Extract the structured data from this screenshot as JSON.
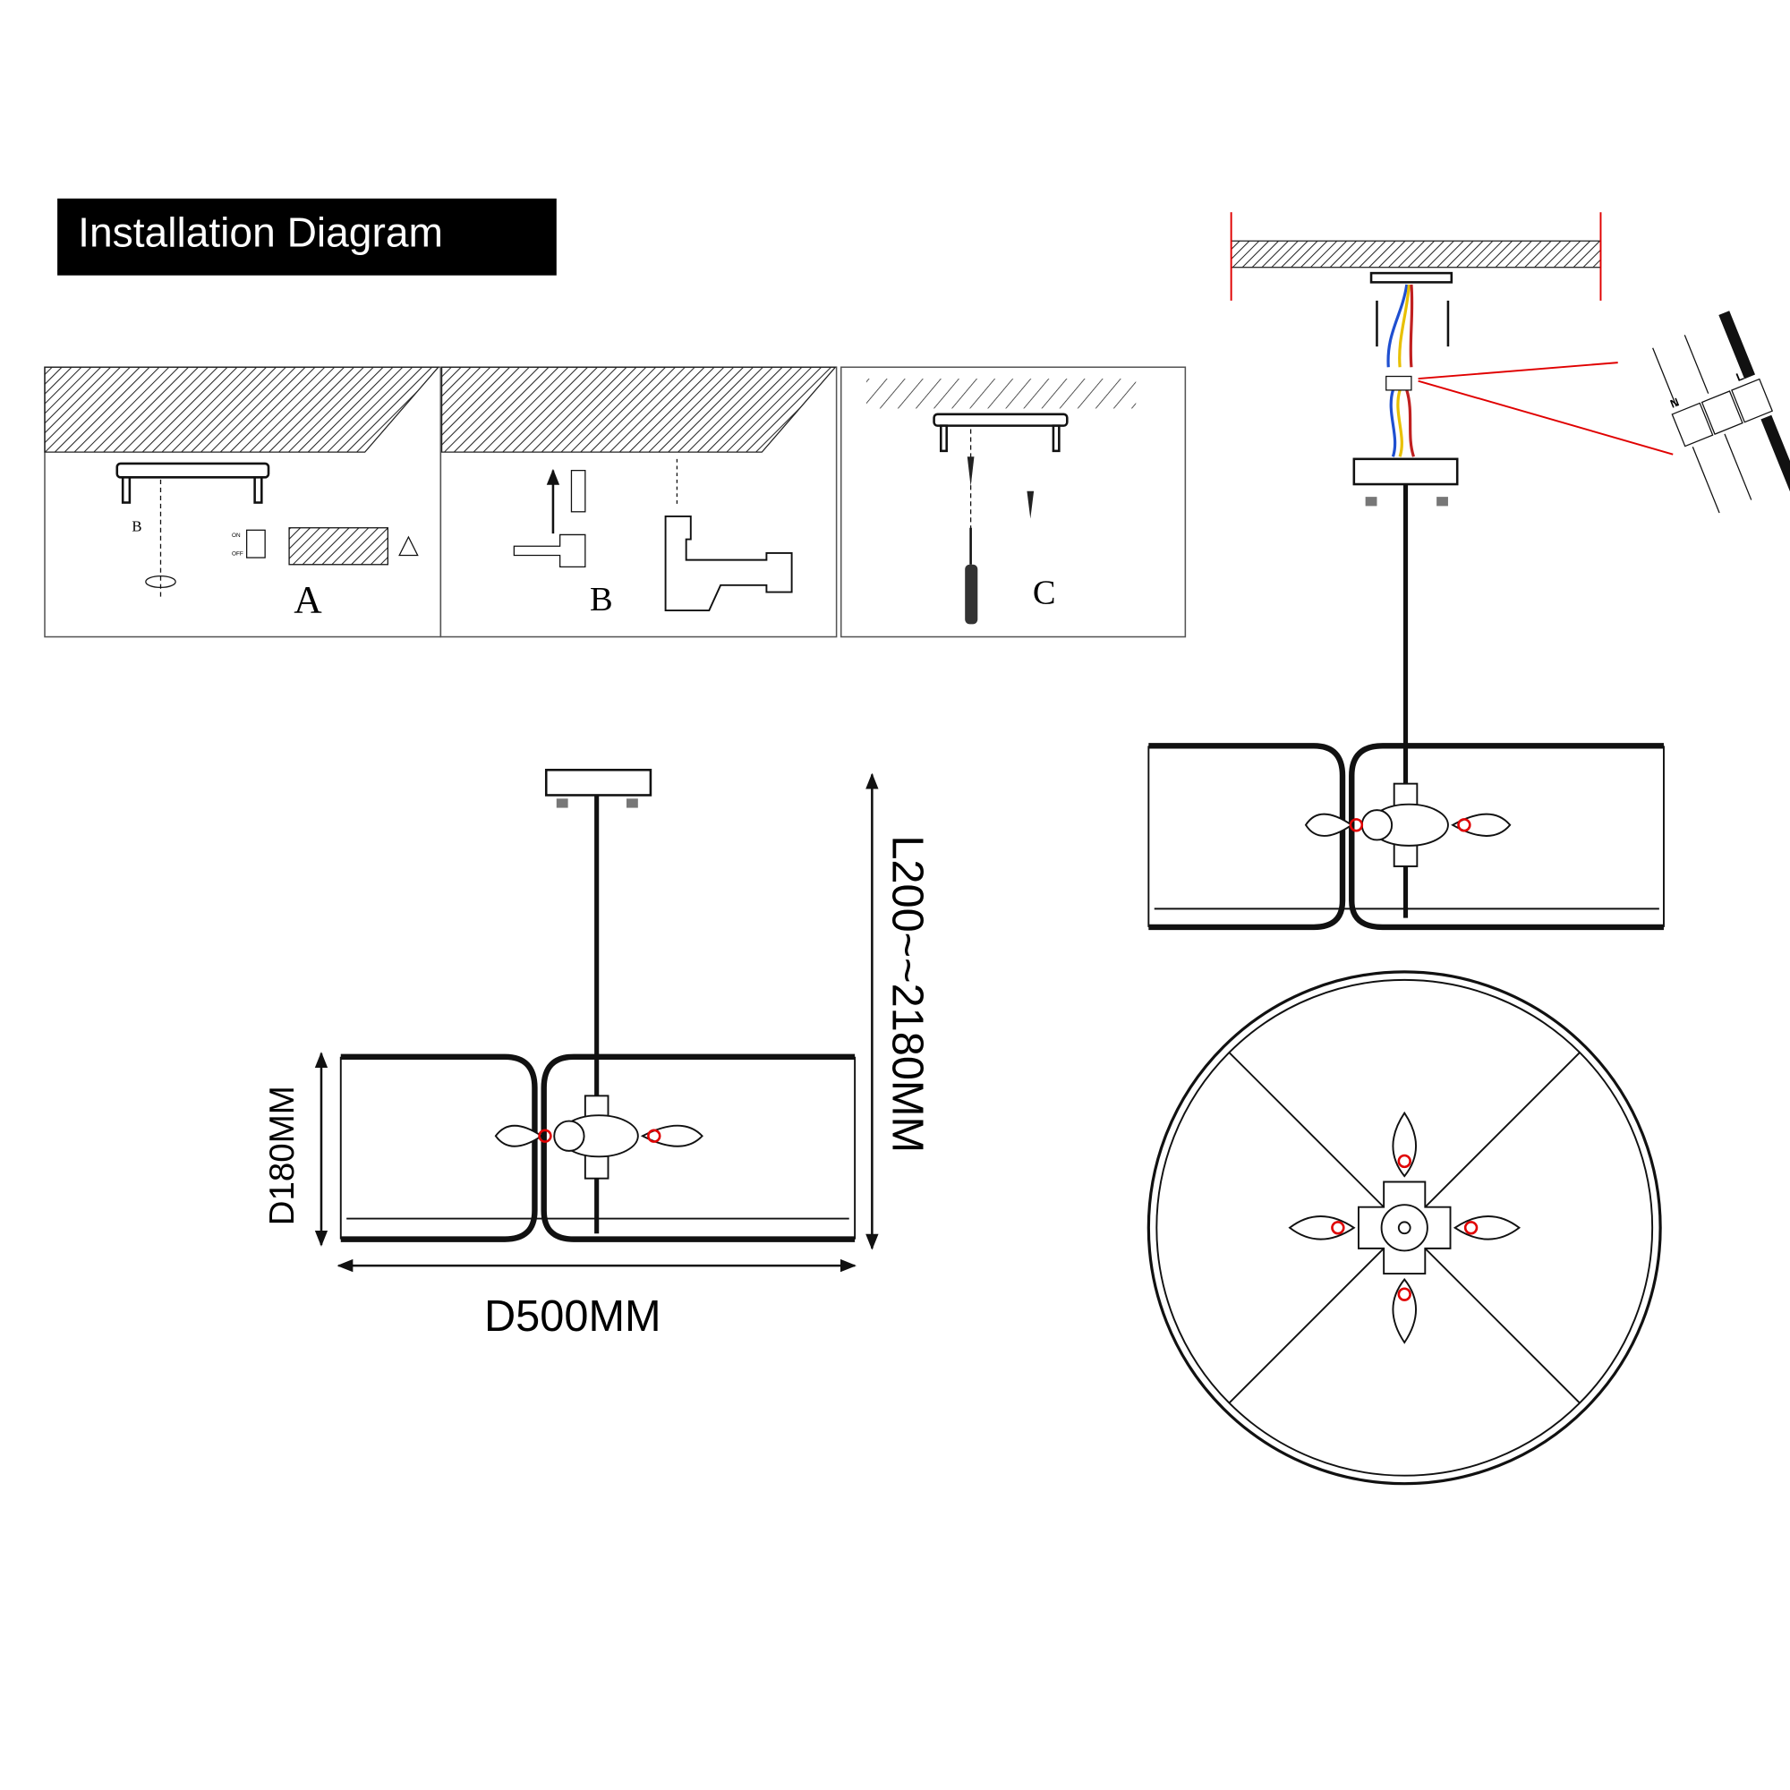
{
  "title": "Installation Diagram",
  "steps": {
    "panel1": {
      "label_a": "A",
      "label_b": "B",
      "switch_on": "ON",
      "switch_off": "OFF"
    },
    "panel2": {
      "label": "B"
    },
    "panel3": {
      "label": "C"
    }
  },
  "wiring": {
    "neutral": "N",
    "live": "L"
  },
  "dimensions": {
    "height": "D180MM",
    "diameter": "D500MM",
    "length": "L200~~2180MM"
  },
  "colors": {
    "accent": "#e00000",
    "ink": "#111111",
    "wire_blue": "#1f4fd0",
    "wire_yellow": "#e8c000"
  }
}
